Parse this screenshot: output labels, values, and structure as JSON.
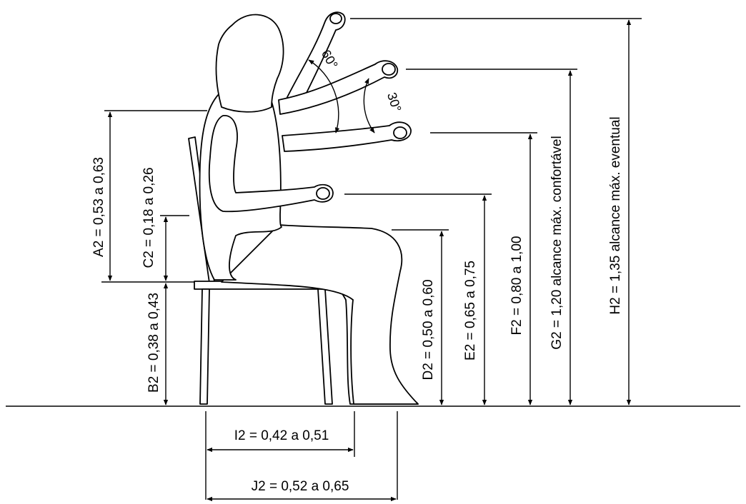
{
  "dimensions": {
    "A2": "A2 = 0,53 a 0,63",
    "B2": "B2 = 0,38 a 0,43",
    "C2": "C2 = 0,18 a 0,26",
    "D2": "D2 = 0,50 a 0,60",
    "E2": "E2 = 0,65 a 0,75",
    "F2": "F2 = 0,80 a 1,00",
    "G2": "G2 = 1,20 alcance máx. confortável",
    "H2": "H2 = 1,35 alcance máx. eventual",
    "I2": "I2 = 0,42 a 0,51",
    "J2": "J2 = 0,52 a 0,65"
  },
  "angles": {
    "a60": "60°",
    "a30": "30°"
  }
}
